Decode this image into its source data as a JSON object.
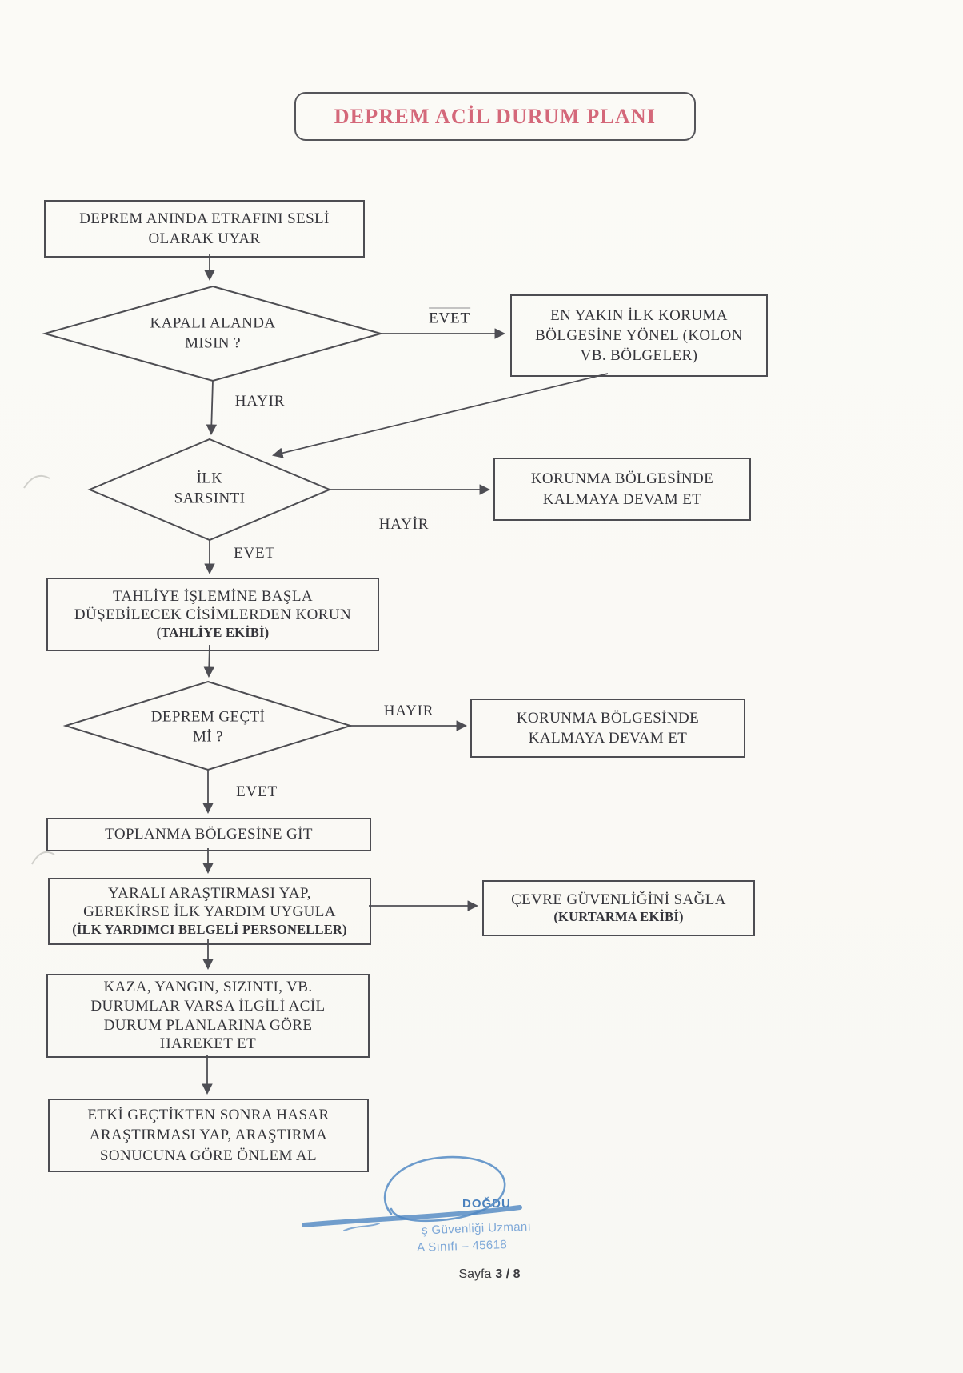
{
  "title": "DEPREM ACİL DURUM PLANI",
  "nodes": {
    "start": {
      "text": "DEPREM ANINDA ETRAFINI SESLİ\nOLARAK UYAR"
    },
    "kapali_alanda": {
      "text": "KAPALI ALANDA\nMISIN ?"
    },
    "ilk_koruma": {
      "text": "EN YAKIN İLK KORUMA\nBÖLGESİNE YÖNEL (KOLON\nVB. BÖLGELER)"
    },
    "ilk_sarsinti": {
      "text": "İLK\nSARSINTI"
    },
    "korunma_devam_1": {
      "text": "KORUNMA BÖLGESİNDE\nKALMAYA DEVAM ET"
    },
    "tahliye": {
      "text": "TAHLİYE İŞLEMİNE BAŞLA\nDÜŞEBİLECEK CİSİMLERDEN KORUN",
      "team": "(TAHLİYE EKİBİ)"
    },
    "deprem_gecti": {
      "text": "DEPREM GEÇTİ\nMİ ?"
    },
    "korunma_devam_2": {
      "text": "KORUNMA BÖLGESİNDE\nKALMAYA DEVAM ET"
    },
    "toplanma": {
      "text": "TOPLANMA BÖLGESİNE GİT"
    },
    "yarali": {
      "text": "YARALI ARAŞTIRMASI YAP,\nGEREKİRSE İLK YARDIM UYGULA",
      "team": "(İLK YARDIMCI BELGELİ PERSONELLER)"
    },
    "cevre": {
      "text": "ÇEVRE GÜVENLİĞİNİ SAĞLA",
      "team": "(KURTARMA EKİBİ)"
    },
    "kaza": {
      "text": "KAZA, YANGIN, SIZINTI, VB.\nDURUMLAR VARSA İLGİLİ ACİL\nDURUM PLANLARINA GÖRE\nHAREKET ET"
    },
    "etki": {
      "text": "ETKİ GEÇTİKTEN SONRA HASAR\nARAŞTIRMASI YAP, ARAŞTIRMA\nSONUCUNA GÖRE ÖNLEM AL"
    }
  },
  "edge_labels": {
    "evet_1": "EVET",
    "hayir_1": "HAYIR",
    "hayir_2": "HAYİR",
    "evet_2": "EVET",
    "hayir_3": "HAYIR",
    "evet_3": "EVET"
  },
  "signature": {
    "name": "DOĞDU",
    "role": "ş Güvenliği Uzmanı",
    "class_info": "A Sınıfı  – 45618"
  },
  "footer": {
    "label": "Sayfa",
    "page": "3 / 8"
  },
  "colors": {
    "ink": "#4d4d52",
    "title_pink": "#d4687a",
    "signature_blue": "#5c90c8"
  }
}
